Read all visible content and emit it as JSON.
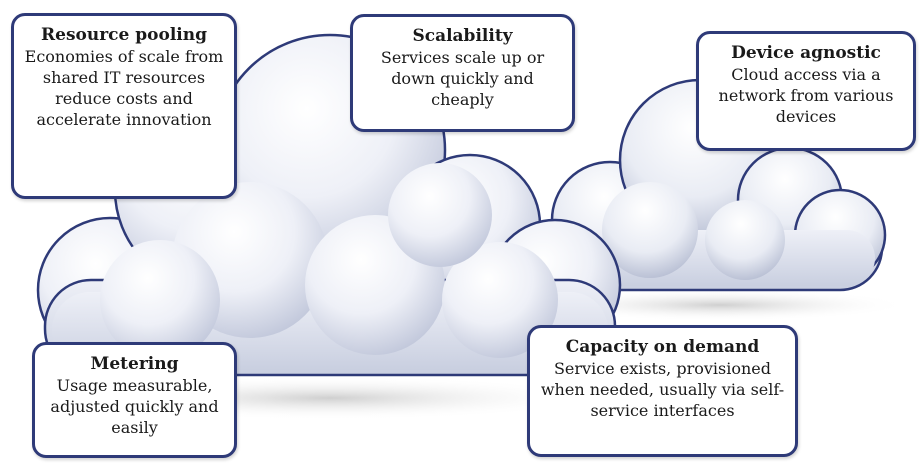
{
  "callouts": {
    "resource_pooling": {
      "title": "Resource pooling",
      "body": "Economies of scale from shared IT resources reduce costs and accelerate innovation"
    },
    "scalability": {
      "title": "Scalability",
      "body": "Services scale up or down quickly and cheaply"
    },
    "device_agnostic": {
      "title": "Device agnostic",
      "body": "Cloud access via a network from various devices"
    },
    "metering": {
      "title": "Metering",
      "body": "Usage measurable, adjusted quickly and easily"
    },
    "capacity_on_demand": {
      "title": "Capacity on demand",
      "body": "Service exists, provisioned when needed, usually via self-service interfaces"
    }
  },
  "colors": {
    "border": "#2e3a78",
    "cloud_light": "#f4f6fb",
    "cloud_shade": "#b9c0d6"
  }
}
